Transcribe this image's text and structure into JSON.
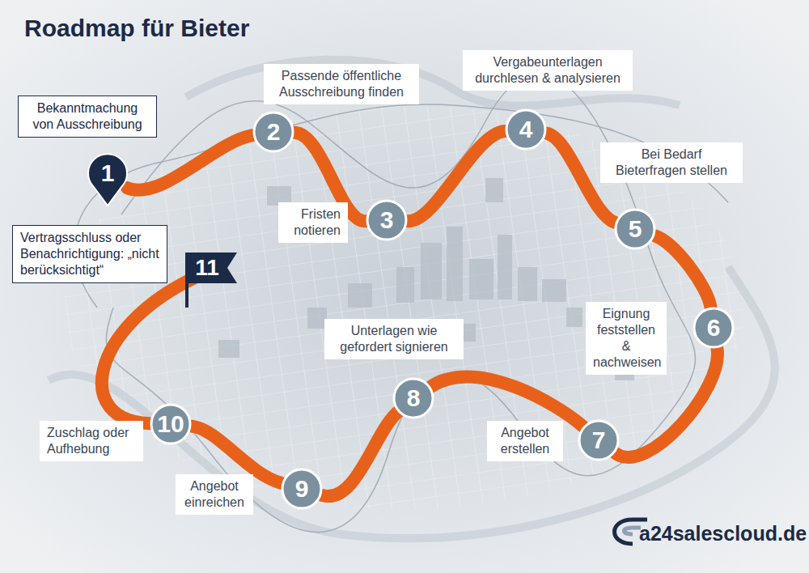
{
  "diagram": {
    "title": "Roadmap für Bieter",
    "nodes": [
      {
        "text": [
          "1",
          "Bekanntmachung von Ausschreibung"
        ]
      },
      {
        "text": [
          "2",
          "Passende öffentliche Ausschreibung finden"
        ]
      },
      {
        "text": [
          "3",
          "Fristen notieren"
        ]
      },
      {
        "text": [
          "4",
          "Vergabeunterlagen durchlesen & analysieren"
        ]
      },
      {
        "text": [
          "5",
          "Bei Bedarf Bieterfragen stellen"
        ]
      },
      {
        "text": [
          "6",
          "Eignung feststellen & nachweisen"
        ]
      },
      {
        "text": [
          "7",
          "Angebot erstellen"
        ]
      },
      {
        "text": [
          "8",
          "Unterlagen wie gefordert signieren"
        ]
      },
      {
        "text": [
          "9",
          "Angebot einreichen"
        ]
      },
      {
        "text": [
          "10",
          "Zuschlag oder Aufhebung"
        ]
      },
      {
        "text": [
          "11",
          "Vertragsschluss oder Benachrichtigung: „nicht berücksichtigt“"
        ]
      }
    ],
    "edges": [
      {
        "from": 0,
        "to": 1,
        "arrow": "none"
      },
      {
        "from": 1,
        "to": 2,
        "arrow": "none"
      },
      {
        "from": 2,
        "to": 3,
        "arrow": "none"
      },
      {
        "from": 3,
        "to": 4,
        "arrow": "none"
      },
      {
        "from": 4,
        "to": 5,
        "arrow": "none"
      },
      {
        "from": 5,
        "to": 6,
        "arrow": "none"
      },
      {
        "from": 6,
        "to": 7,
        "arrow": "none"
      },
      {
        "from": 7,
        "to": 8,
        "arrow": "none"
      },
      {
        "from": 8,
        "to": 9,
        "arrow": "none"
      },
      {
        "from": 9,
        "to": 10,
        "arrow": "none"
      }
    ],
    "labels": [
      "a24salescloud.de"
    ]
  }
}
